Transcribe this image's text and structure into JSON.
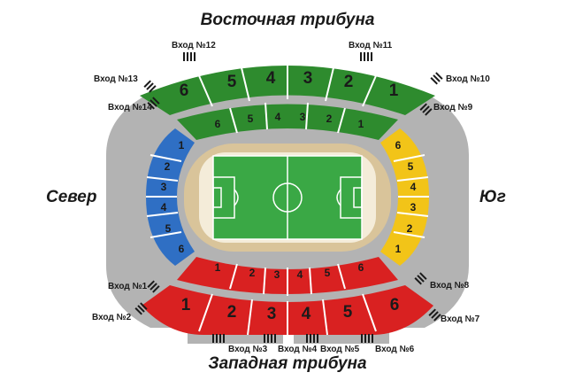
{
  "titles": {
    "east": "Восточная трибуна",
    "west": "Западная трибуна",
    "north": "Север",
    "south": "Юг"
  },
  "colors": {
    "east_stand": "#2e8b2e",
    "west_stand": "#d92121",
    "north_stand": "#2f6fc4",
    "south_stand": "#f2c418",
    "concourse": "#b3b3b3",
    "pitch": "#3aa845",
    "track": "#d9c49a"
  },
  "east": {
    "outer": [
      "6",
      "5",
      "4",
      "3",
      "2",
      "1"
    ],
    "inner": [
      "6",
      "5",
      "4",
      "3",
      "2",
      "1"
    ]
  },
  "west": {
    "outer": [
      "1",
      "2",
      "3",
      "4",
      "5",
      "6"
    ],
    "inner": [
      "1",
      "2",
      "3",
      "4",
      "5",
      "6"
    ]
  },
  "north": {
    "sectors": [
      "1",
      "2",
      "3",
      "4",
      "5",
      "6"
    ]
  },
  "south": {
    "sectors": [
      "6",
      "5",
      "4",
      "3",
      "2",
      "1"
    ]
  },
  "gates": {
    "g1": "Вход №1",
    "g2": "Вход №2",
    "g3": "Вход №3",
    "g4": "Вход №4",
    "g5": "Вход №5",
    "g6": "Вход №6",
    "g7": "Вход №7",
    "g8": "Вход №8",
    "g9": "Вход №9",
    "g10": "Вход №10",
    "g11": "Вход №11",
    "g12": "Вход №12",
    "g13": "Вход №13",
    "g14": "Вход №14"
  }
}
